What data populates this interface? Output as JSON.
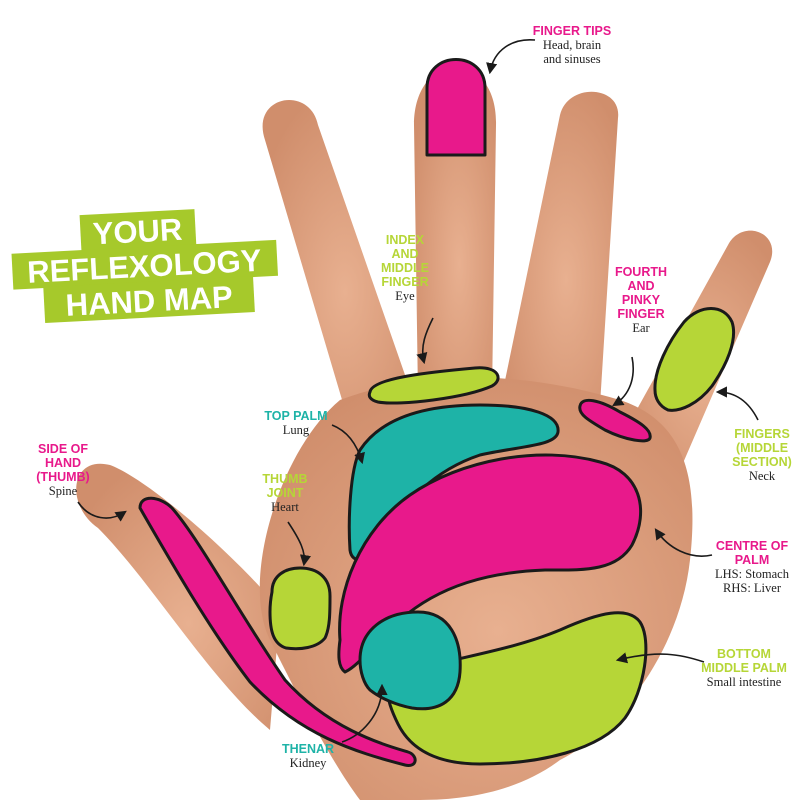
{
  "title": {
    "lines": [
      "YOUR",
      "REFLEXOLOGY",
      "HAND MAP"
    ]
  },
  "colors": {
    "title_bg": "#a6c92b",
    "magenta": "#e8198b",
    "teal": "#1eb3a7",
    "lime": "#b6d637",
    "skin": "#e0a381",
    "skin_dark": "#c98262",
    "outline": "#1a1a1a"
  },
  "labels": {
    "finger_tips": {
      "heading": [
        "FINGER TIPS"
      ],
      "desc": [
        "Head, brain",
        "and sinuses"
      ]
    },
    "index_middle": {
      "heading": [
        "INDEX",
        "AND",
        "MIDDLE",
        "FINGER"
      ],
      "desc": [
        "Eye"
      ]
    },
    "fourth_pinky": {
      "heading": [
        "FOURTH",
        "AND",
        "PINKY",
        "FINGER"
      ],
      "desc": [
        "Ear"
      ]
    },
    "top_palm": {
      "heading": [
        "TOP PALM"
      ],
      "desc": [
        "Lung"
      ]
    },
    "thumb_joint": {
      "heading": [
        "THUMB",
        "JOINT"
      ],
      "desc": [
        "Heart"
      ]
    },
    "side_of_hand": {
      "heading": [
        "SIDE OF",
        "HAND",
        "(THUMB)"
      ],
      "desc": [
        "Spine"
      ]
    },
    "fingers_middle": {
      "heading": [
        "FINGERS",
        "(MIDDLE",
        "SECTION)"
      ],
      "desc": [
        "Neck"
      ]
    },
    "centre_palm": {
      "heading": [
        "CENTRE OF",
        "PALM"
      ],
      "desc": [
        "LHS: Stomach",
        "RHS: Liver"
      ]
    },
    "bottom_palm": {
      "heading": [
        "BOTTOM",
        "MIDDLE PALM"
      ],
      "desc": [
        "Small intestine"
      ]
    },
    "thenar": {
      "heading": [
        "THENAR"
      ],
      "desc": [
        "Kidney"
      ]
    }
  }
}
